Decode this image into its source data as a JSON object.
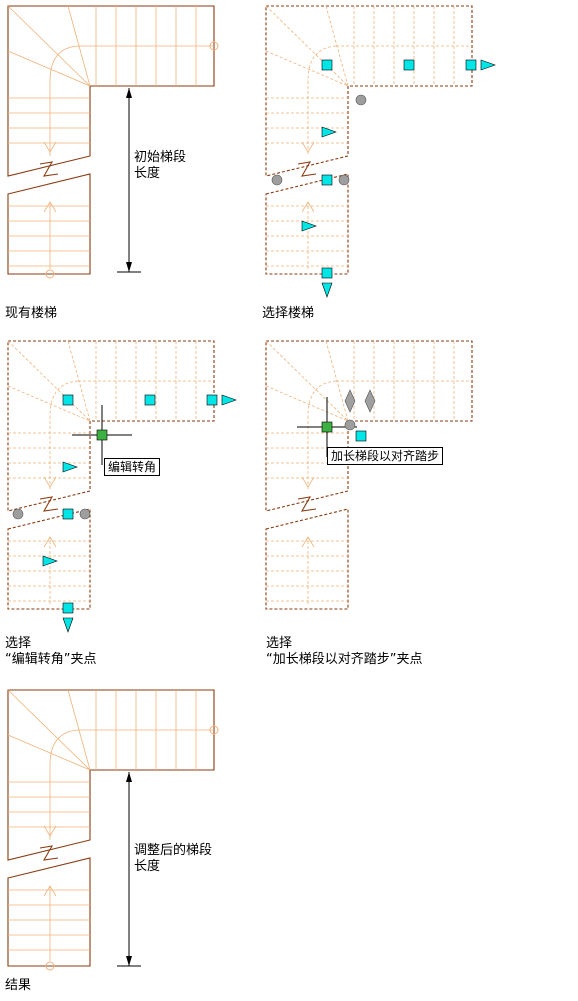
{
  "colors": {
    "outline": "#8a3b12",
    "tread": "#f0b27a",
    "grip_square": "#00e5e5",
    "grip_arrow": "#00e5e5",
    "grip_circle": "#9e9e9e",
    "grip_active": "#3cb043",
    "diamond": "#a0a0a0",
    "dimension": "#000000"
  },
  "panels": {
    "existing": {
      "caption": "现有楼梯",
      "dimension_label": [
        "初始梯段",
        "长度"
      ]
    },
    "selected": {
      "caption": "选择楼梯"
    },
    "edit_corner": {
      "caption": [
        "选择",
        "“编辑转角”夹点"
      ],
      "tooltip": "编辑转角"
    },
    "lengthen": {
      "caption": [
        "选择",
        "“加长梯段以对齐踏步”夹点"
      ],
      "tooltip": "加长梯段以对齐踏步"
    },
    "result": {
      "caption": "结果",
      "dimension_label": [
        "调整后的梯段",
        "长度"
      ]
    }
  },
  "icons": [
    "grip-square-icon",
    "grip-arrow-icon",
    "grip-circle-icon",
    "grip-diamond-icon",
    "crosshair-cursor-icon",
    "break-symbol-icon",
    "dimension-arrow-icon"
  ]
}
